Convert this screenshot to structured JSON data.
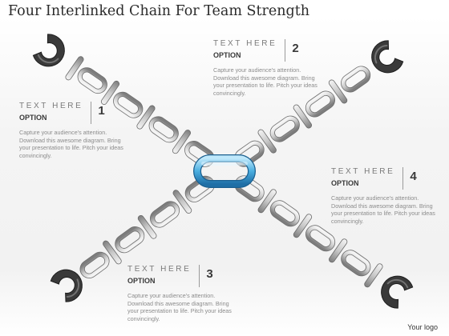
{
  "title": "Four Interlinked Chain For Team Strength",
  "callouts": [
    {
      "head": "TEXT HERE",
      "option": "OPTION",
      "number": "1",
      "body": "Capture your audience's attention. Download this awesome diagram. Bring your presentation to life. Pitch your ideas convincingly."
    },
    {
      "head": "TEXT HERE",
      "option": "OPTION",
      "number": "2",
      "body": "Capture your audience's attention. Download this awesome diagram. Bring your presentation to life. Pitch your ideas convincingly."
    },
    {
      "head": "TEXT HERE",
      "option": "OPTION",
      "number": "3",
      "body": "Capture your audience's attention. Download this awesome diagram. Bring your presentation to life. Pitch your ideas convincingly."
    },
    {
      "head": "TEXT HERE",
      "option": "OPTION",
      "number": "4",
      "body": "Capture your audience's attention. Download this awesome diagram. Bring your presentation to life. Pitch your ideas convincingly."
    }
  ],
  "logo": "Your logo",
  "colors": {
    "center_link": "#4aaee0",
    "chain_link": "#c8c8c8",
    "hook": "#3a3a3a"
  },
  "icons": [
    "hook-icon",
    "chain-link-icon"
  ]
}
